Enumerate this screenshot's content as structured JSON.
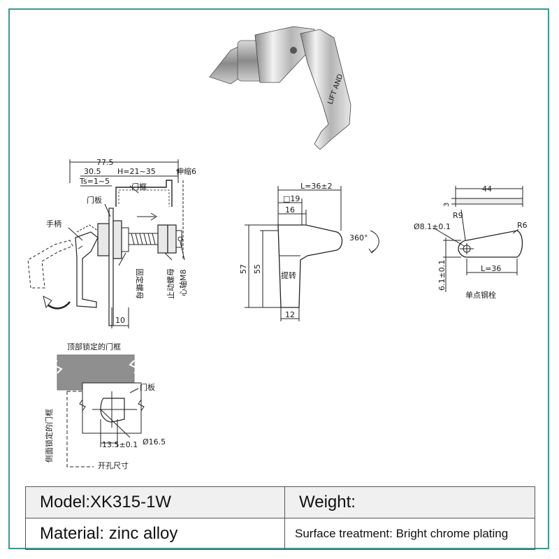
{
  "labels": {
    "overall_width": "77.5",
    "dim_30_5": "30.5",
    "dim_h": "H=21~35",
    "extend": "伸缩6",
    "ts": "Ts=1~5",
    "door_frame": "门框",
    "door_panel": "门板",
    "handle": "手柄",
    "fixed_nut": "固定螺母",
    "stop_nut": "止动螺母",
    "shaft": "心轴M8",
    "dim_10": "10",
    "l36_tol": "L=36±2",
    "sq19": "□19",
    "dim_16": "16",
    "dim_57": "57",
    "dim_55": "55",
    "lift_turn": "提转",
    "dim_12": "12",
    "rot_360": "360°",
    "dim_44": "44",
    "dim_3": "3",
    "r9": "R9",
    "dia_8_1": "Ø8.1±0.1",
    "r6": "R6",
    "dim_6_1": "6.1±0.1",
    "l36": "L=36",
    "single_bolt": "单点钢栓",
    "top_frame": "顶部锁定的门框",
    "side_frame": "侧面锁定的门框",
    "door_panel_2": "门板",
    "dim_13_5": "13.5±0.1",
    "dia_16_5": "Ø16.5",
    "hole_size": "开孔尺寸"
  },
  "specs": {
    "model": "Model:XK315-1W",
    "weight": "Weight:",
    "material": "Material: zinc alloy",
    "surface": "Surface treatment: Bright chrome plating"
  }
}
